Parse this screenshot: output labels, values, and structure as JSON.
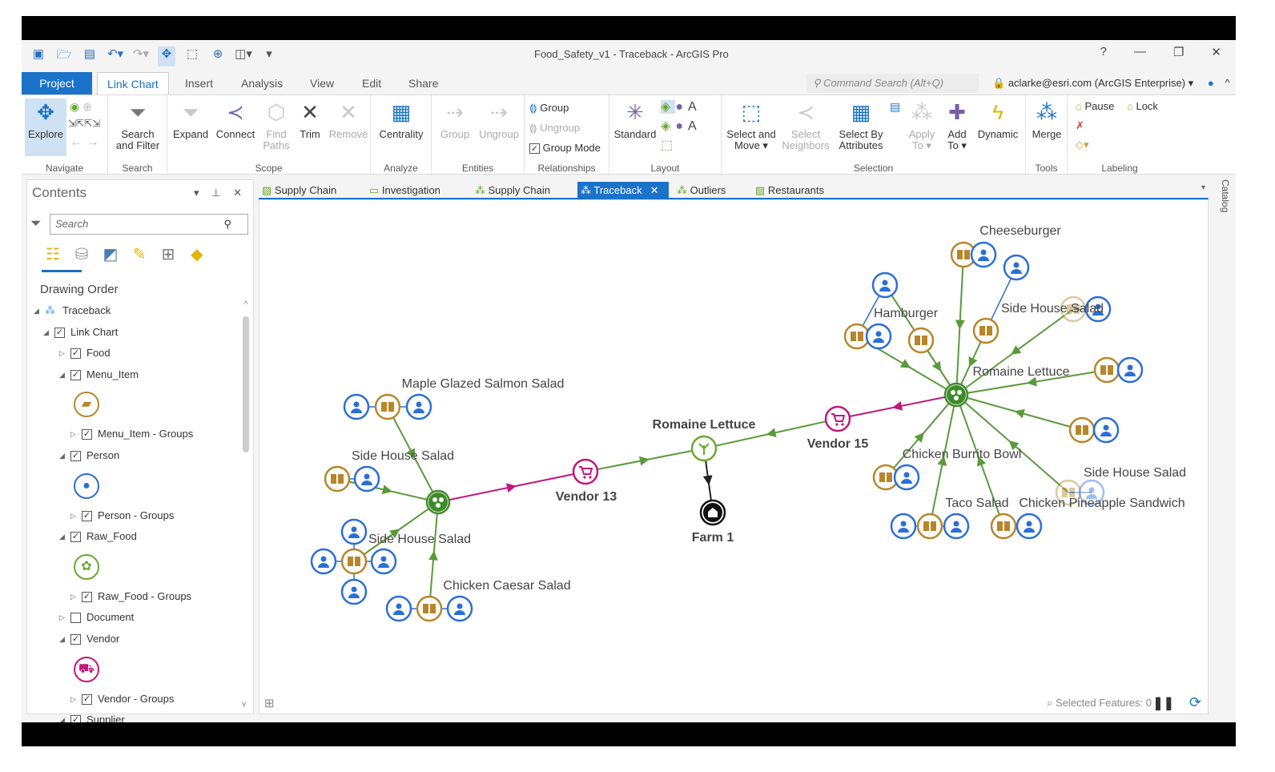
{
  "window": {
    "title": "Food_Safety_v1 - Traceback - ArcGIS Pro",
    "controls": [
      "?",
      "—",
      "❐",
      "✕"
    ]
  },
  "quick_access": [
    "save-project",
    "open-project",
    "print",
    "undo",
    "redo",
    "explore",
    "select",
    "zoom",
    "layout",
    "customize"
  ],
  "ribbon_tabs": [
    "Project",
    "Link Chart",
    "Insert",
    "Analysis",
    "View",
    "Edit",
    "Share"
  ],
  "active_ribbon_tab": "Link Chart",
  "command_search": {
    "placeholder": "Command Search (Alt+Q)"
  },
  "user": "aclarke@esri.com (ArcGIS Enterprise) ▾",
  "ribbon": {
    "navigate": {
      "label": "Navigate",
      "explore": "Explore"
    },
    "search": {
      "label": "Search",
      "search_filter": "Search and Filter"
    },
    "scope": {
      "label": "Scope",
      "buttons": [
        "Expand",
        "Connect",
        "Find Paths",
        "Trim",
        "Remove"
      ]
    },
    "analyze": {
      "label": "Analyze",
      "centrality": "Centrality"
    },
    "entities": {
      "label": "Entities",
      "buttons": [
        "Group",
        "Ungroup"
      ]
    },
    "relationships": {
      "label": "Relationships",
      "group": "Group",
      "ungroup": "Ungroup",
      "group_mode": "Group Mode"
    },
    "layout": {
      "label": "Layout",
      "standard": "Standard"
    },
    "selection": {
      "label": "Selection",
      "buttons": [
        "Select and Move ▾",
        "Select Neighbors",
        "Select By Attributes",
        "Apply To ▾",
        "Add To ▾",
        "Dynamic"
      ]
    },
    "tools": {
      "label": "Tools",
      "merge": "Merge"
    },
    "labeling": {
      "label": "Labeling",
      "pause": "Pause",
      "lock": "Lock"
    }
  },
  "contents": {
    "title": "Contents",
    "search_placeholder": "Search",
    "drawing_order": "Drawing Order",
    "tree": [
      {
        "label": "Traceback",
        "level": 0,
        "expand": "◢",
        "checkbox": null
      },
      {
        "label": "Link Chart",
        "level": 1,
        "expand": "◢",
        "checked": true
      },
      {
        "label": "Food",
        "level": 2,
        "expand": "▷",
        "checked": true
      },
      {
        "label": "Menu_Item",
        "level": 2,
        "expand": "◢",
        "checked": true,
        "symbol": "menu"
      },
      {
        "label": "Menu_Item - Groups",
        "level": 3,
        "expand": "▷",
        "checked": true
      },
      {
        "label": "Person",
        "level": 2,
        "expand": "◢",
        "checked": true,
        "symbol": "person"
      },
      {
        "label": "Person - Groups",
        "level": 3,
        "expand": "▷",
        "checked": true
      },
      {
        "label": "Raw_Food",
        "level": 2,
        "expand": "◢",
        "checked": true,
        "symbol": "raw"
      },
      {
        "label": "Raw_Food - Groups",
        "level": 3,
        "expand": "▷",
        "checked": true
      },
      {
        "label": "Document",
        "level": 2,
        "expand": "▷",
        "checked": false
      },
      {
        "label": "Vendor",
        "level": 2,
        "expand": "◢",
        "checked": true,
        "symbol": "vendor"
      },
      {
        "label": "Vendor - Groups",
        "level": 3,
        "expand": "▷",
        "checked": true
      },
      {
        "label": "Supplier",
        "level": 2,
        "expand": "◢",
        "checked": true
      }
    ]
  },
  "doc_tabs": [
    {
      "label": "Supply Chain",
      "icon": "map-icon"
    },
    {
      "label": "Investigation",
      "icon": "briefcase-icon"
    },
    {
      "label": "Supply Chain",
      "icon": "link-chart-icon"
    },
    {
      "label": "Traceback",
      "icon": "link-chart-icon",
      "active": true,
      "close": "✕"
    },
    {
      "label": "Outliers",
      "icon": "link-chart-icon"
    },
    {
      "label": "Restaurants",
      "icon": "map-icon"
    }
  ],
  "catalog_label": "Catalog",
  "status": {
    "selected_features": "Selected Features: 0"
  },
  "colors": {
    "accent": "#1a73c9",
    "person": "#2b6fd6",
    "menu": "#b8862a",
    "raw": "#6aa832",
    "vendor": "#c2187a",
    "edge_green": "#5a9a3a",
    "edge_magenta": "#c2187a"
  },
  "graph": {
    "nodes": [
      {
        "id": "hub1",
        "type": "hub"
      },
      {
        "id": "hub2",
        "type": "hub"
      },
      {
        "id": "v13",
        "type": "vendor",
        "label": "Vendor 13",
        "bold": true
      },
      {
        "id": "v15",
        "type": "vendor",
        "label": "Vendor 15",
        "bold": true
      },
      {
        "id": "rl",
        "type": "raw",
        "label": "Romaine Lettuce",
        "bold": true
      },
      {
        "id": "f1",
        "type": "farm",
        "label": "Farm 1",
        "bold": true
      },
      {
        "id": "p1",
        "type": "person"
      },
      {
        "id": "m1",
        "type": "menu",
        "label": "Maple Glazed Salmon Salad"
      },
      {
        "id": "p2",
        "type": "person"
      },
      {
        "id": "m2",
        "type": "menu",
        "label": "Side House Salad"
      },
      {
        "id": "p3",
        "type": "person"
      },
      {
        "id": "p4",
        "type": "person"
      },
      {
        "id": "p5",
        "type": "person"
      },
      {
        "id": "m3",
        "type": "menu",
        "label": "Side House Salad"
      },
      {
        "id": "p6",
        "type": "person"
      },
      {
        "id": "p7",
        "type": "person"
      },
      {
        "id": "p8",
        "type": "person"
      },
      {
        "id": "m4",
        "type": "menu",
        "label": "Chicken Caesar Salad"
      },
      {
        "id": "p9",
        "type": "person"
      },
      {
        "id": "m5",
        "type": "menu",
        "label": "Cheeseburger"
      },
      {
        "id": "p10",
        "type": "person"
      },
      {
        "id": "p11",
        "type": "person"
      },
      {
        "id": "p12",
        "type": "person",
        "label": "Hamburger"
      },
      {
        "id": "m6",
        "type": "menu"
      },
      {
        "id": "p13",
        "type": "person"
      },
      {
        "id": "m7",
        "type": "menu"
      },
      {
        "id": "m8",
        "type": "menu",
        "label": "Side House Salad"
      },
      {
        "id": "m8b",
        "type": "menu",
        "faded": true
      },
      {
        "id": "p14",
        "type": "person"
      },
      {
        "id": "rl2",
        "type": "label",
        "label": "Romaine Lettuce"
      },
      {
        "id": "m9",
        "type": "menu"
      },
      {
        "id": "p15",
        "type": "person"
      },
      {
        "id": "m10",
        "type": "menu"
      },
      {
        "id": "p16",
        "type": "person"
      },
      {
        "id": "m11",
        "type": "menu",
        "label": "Chicken Burrito Bowl"
      },
      {
        "id": "p17",
        "type": "person"
      },
      {
        "id": "p18",
        "type": "person"
      },
      {
        "id": "m12",
        "type": "menu",
        "label": "Taco Salad"
      },
      {
        "id": "p19",
        "type": "person"
      },
      {
        "id": "m13",
        "type": "menu",
        "label": "Chicken Pineapple Sandwich"
      },
      {
        "id": "p20",
        "type": "person"
      },
      {
        "id": "m14",
        "type": "menu",
        "faded": true,
        "label": "Side House Salad"
      },
      {
        "id": "p21",
        "type": "person",
        "faded": true
      }
    ],
    "edges": [
      [
        "m1",
        "hub1",
        "g"
      ],
      [
        "m2",
        "hub1",
        "g"
      ],
      [
        "m3",
        "hub1",
        "g"
      ],
      [
        "m4",
        "hub1",
        "g"
      ],
      [
        "p1",
        "m1",
        "b"
      ],
      [
        "p2",
        "m1",
        "b"
      ],
      [
        "p3",
        "m2",
        "b"
      ],
      [
        "p4",
        "m3",
        "b"
      ],
      [
        "p5",
        "m3",
        "b"
      ],
      [
        "p6",
        "m3",
        "b"
      ],
      [
        "p7",
        "m3",
        "b"
      ],
      [
        "p8",
        "m4",
        "b"
      ],
      [
        "p9",
        "m4",
        "b"
      ],
      [
        "hub1",
        "v13",
        "m"
      ],
      [
        "v13",
        "rl",
        "g"
      ],
      [
        "v15",
        "rl",
        "g"
      ],
      [
        "rl",
        "f1",
        "k"
      ],
      [
        "hub2",
        "v15",
        "m"
      ],
      [
        "m5",
        "hub2",
        "g"
      ],
      [
        "p12",
        "hub2",
        "g"
      ],
      [
        "m6",
        "hub2",
        "g"
      ],
      [
        "m7",
        "hub2",
        "g"
      ],
      [
        "m8",
        "hub2",
        "g"
      ],
      [
        "m8b",
        "hub2",
        "g"
      ],
      [
        "m9",
        "hub2",
        "g"
      ],
      [
        "m10",
        "hub2",
        "g"
      ],
      [
        "m11",
        "hub2",
        "g"
      ],
      [
        "m12",
        "hub2",
        "g"
      ],
      [
        "m13",
        "hub2",
        "g"
      ],
      [
        "m14",
        "hub2",
        "g"
      ],
      [
        "p10",
        "m5",
        "b"
      ],
      [
        "p11",
        "m8",
        "b"
      ],
      [
        "p13",
        "m6",
        "b"
      ],
      [
        "p14",
        "m8b",
        "b"
      ],
      [
        "p15",
        "m9",
        "b"
      ],
      [
        "p16",
        "m10",
        "b"
      ],
      [
        "p17",
        "m11",
        "b"
      ],
      [
        "p18",
        "m12",
        "b"
      ],
      [
        "p19",
        "m12",
        "b"
      ],
      [
        "p20",
        "m13",
        "b"
      ],
      [
        "p21",
        "m14",
        "b"
      ],
      [
        "p12",
        "m6",
        "b"
      ]
    ]
  }
}
